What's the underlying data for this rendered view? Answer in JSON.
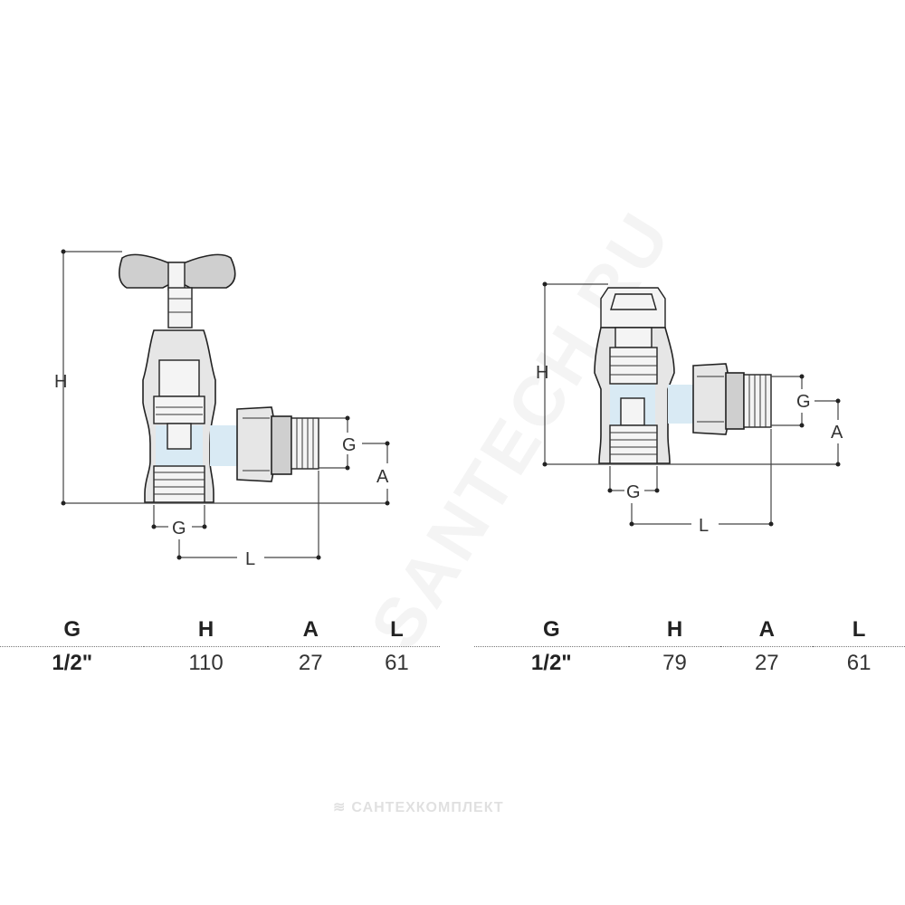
{
  "watermark": "SANTECH.RU",
  "footer_logo": "САНТЕХКОМПЛЕКТ",
  "left_drawing": {
    "labels": {
      "h": "H",
      "g_right": "G",
      "a": "A",
      "g_bottom": "G",
      "l": "L"
    }
  },
  "right_drawing": {
    "labels": {
      "h": "H",
      "g_right": "G",
      "a": "A",
      "g_bottom": "G",
      "l": "L"
    }
  },
  "tables": [
    {
      "headers": [
        "G",
        "H",
        "A",
        "L"
      ],
      "values": [
        "1/2\"",
        "110",
        "27",
        "61"
      ]
    },
    {
      "headers": [
        "G",
        "H",
        "A",
        "L"
      ],
      "values": [
        "1/2\"",
        "79",
        "27",
        "61"
      ]
    }
  ]
}
